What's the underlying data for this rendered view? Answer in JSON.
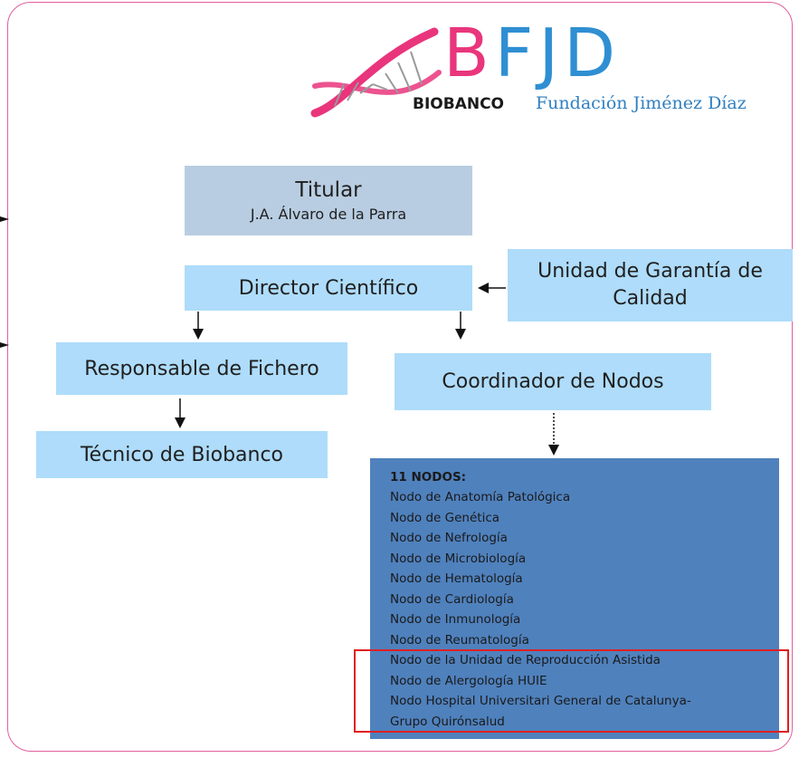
{
  "logo": {
    "letter_b": "B",
    "letters_fjd": "FJD",
    "biobanco": "BIOBANCO",
    "fundacion": "Fundación Jiménez Díaz"
  },
  "boxes": {
    "titular_title": "Titular",
    "titular_name": "J.A. Álvaro de la Parra",
    "director": "Director Científico",
    "garantia": "Unidad de Garantía de Calidad",
    "responsable": "Responsable de Fichero",
    "coordinador": "Coordinador de Nodos",
    "tecnico": "Técnico de Biobanco"
  },
  "nodos": {
    "header": "11 NODOS:",
    "items": [
      "Nodo  de Anatomía Patológica",
      "Nodo de Genética",
      "Nodo de Nefrología",
      "Nodo de  Microbiología",
      "Nodo de Hematología",
      "Nodo de Cardiología",
      "Nodo de Inmunología",
      "Nodo de Reumatología",
      "Nodo de la Unidad de Reproducción Asistida",
      "Nodo de Alergología HUIE",
      "Nodo Hospital Universitari General de Catalunya-",
      "Grupo Quirónsalud"
    ]
  },
  "colors": {
    "frame": "#e0609c",
    "box_light": "#aedcfa",
    "box_grey": "#b8cde1",
    "nodos_fill": "#4f81bd",
    "highlight": "#e02020",
    "logo_pink": "#e9357c",
    "logo_blue": "#2f8fd2"
  }
}
